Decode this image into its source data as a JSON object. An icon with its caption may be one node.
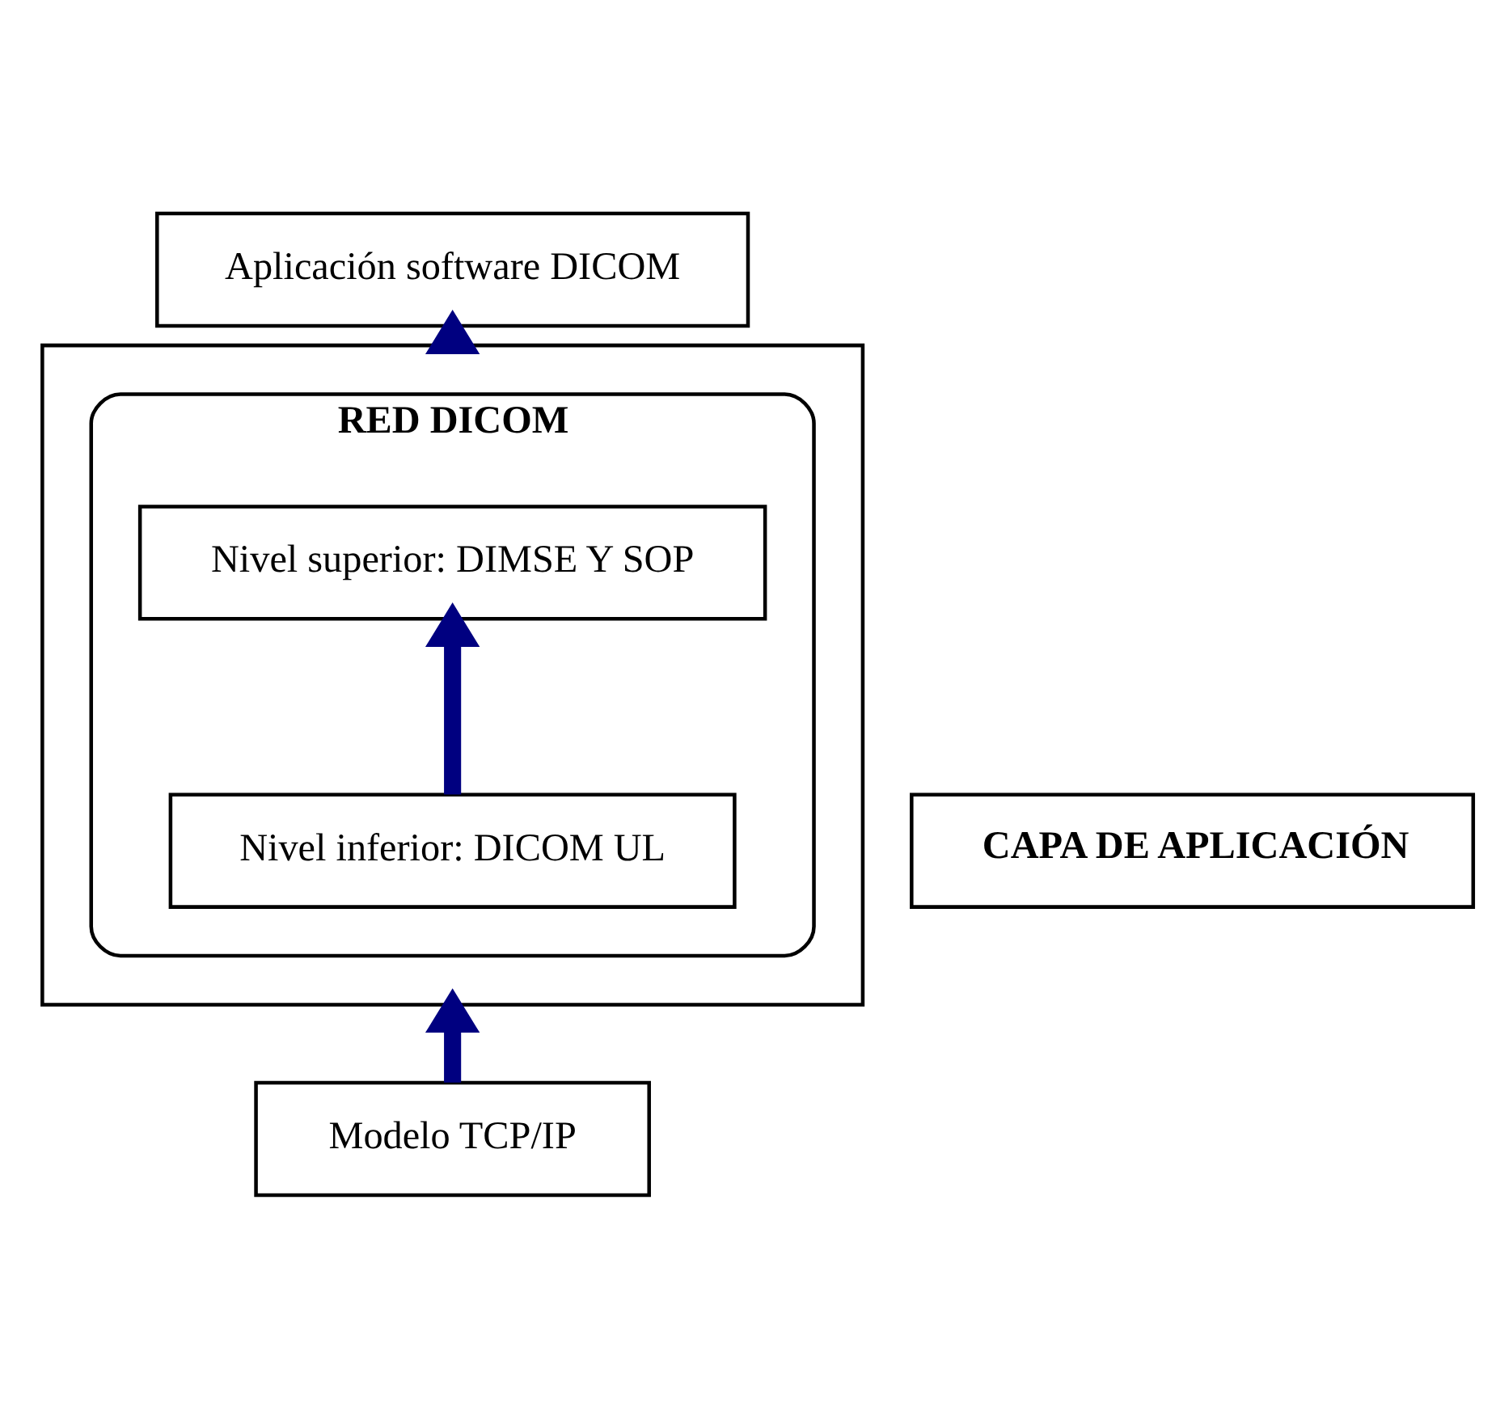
{
  "diagram": {
    "nodes": [
      {
        "text": [
          "Aplicación software DICOM"
        ]
      },
      {
        "text": [],
        "shape": "box"
      },
      {
        "text": [
          "RED DICOM"
        ],
        "in": 1
      },
      {
        "text": [
          "Nivel superior: DIMSE Y SOP"
        ],
        "in": 2
      },
      {
        "text": [
          "Nivel inferior: DICOM UL"
        ],
        "in": 2
      },
      {
        "text": [
          "Modelo TCP/IP"
        ]
      },
      {
        "text": [
          "CAPA DE APLICACIÓN"
        ]
      }
    ],
    "edges": [
      {
        "from": 4,
        "to": 3,
        "arrow": "to"
      },
      {
        "from": 5,
        "to": 1,
        "arrow": "to"
      },
      {
        "from": 1,
        "to": 0,
        "arrow": "to"
      }
    ]
  }
}
